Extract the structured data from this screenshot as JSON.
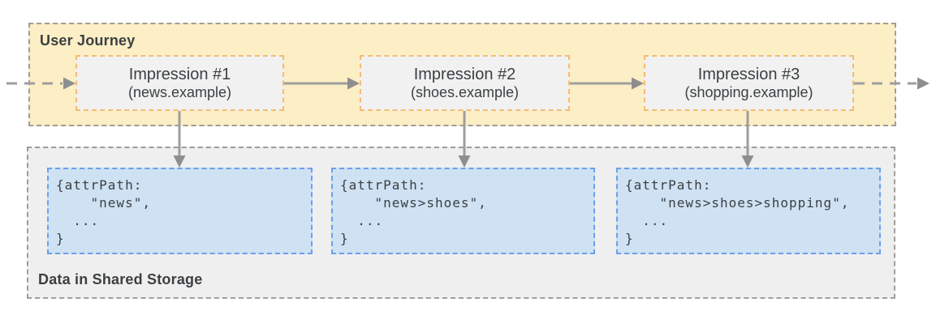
{
  "journey": {
    "title": "User Journey",
    "impressions": [
      {
        "title": "Impression #1",
        "domain": "(news.example)"
      },
      {
        "title": "Impression #2",
        "domain": "(shoes.example)"
      },
      {
        "title": "Impression #3",
        "domain": "(shopping.example)"
      }
    ]
  },
  "storage": {
    "title": "Data in Shared Storage",
    "entries": [
      {
        "code": "{attrPath:\n    \"news\",\n  ...\n}"
      },
      {
        "code": "{attrPath:\n    \"news>shoes\",\n  ...\n}"
      },
      {
        "code": "{attrPath:\n    \"news>shoes>shopping\",\n  ...\n}"
      }
    ]
  },
  "colors": {
    "journey_band_fill": "#fceec5",
    "band_border": "#9e9e9e",
    "impression_box_fill": "#f1f1f1",
    "impression_box_border": "#f6bb6e",
    "storage_band_fill": "#efefef",
    "code_box_fill": "#cfe2f3",
    "code_box_border": "#6d9eeb",
    "arrow": "#9e9e9e",
    "text": "#3c4043"
  }
}
